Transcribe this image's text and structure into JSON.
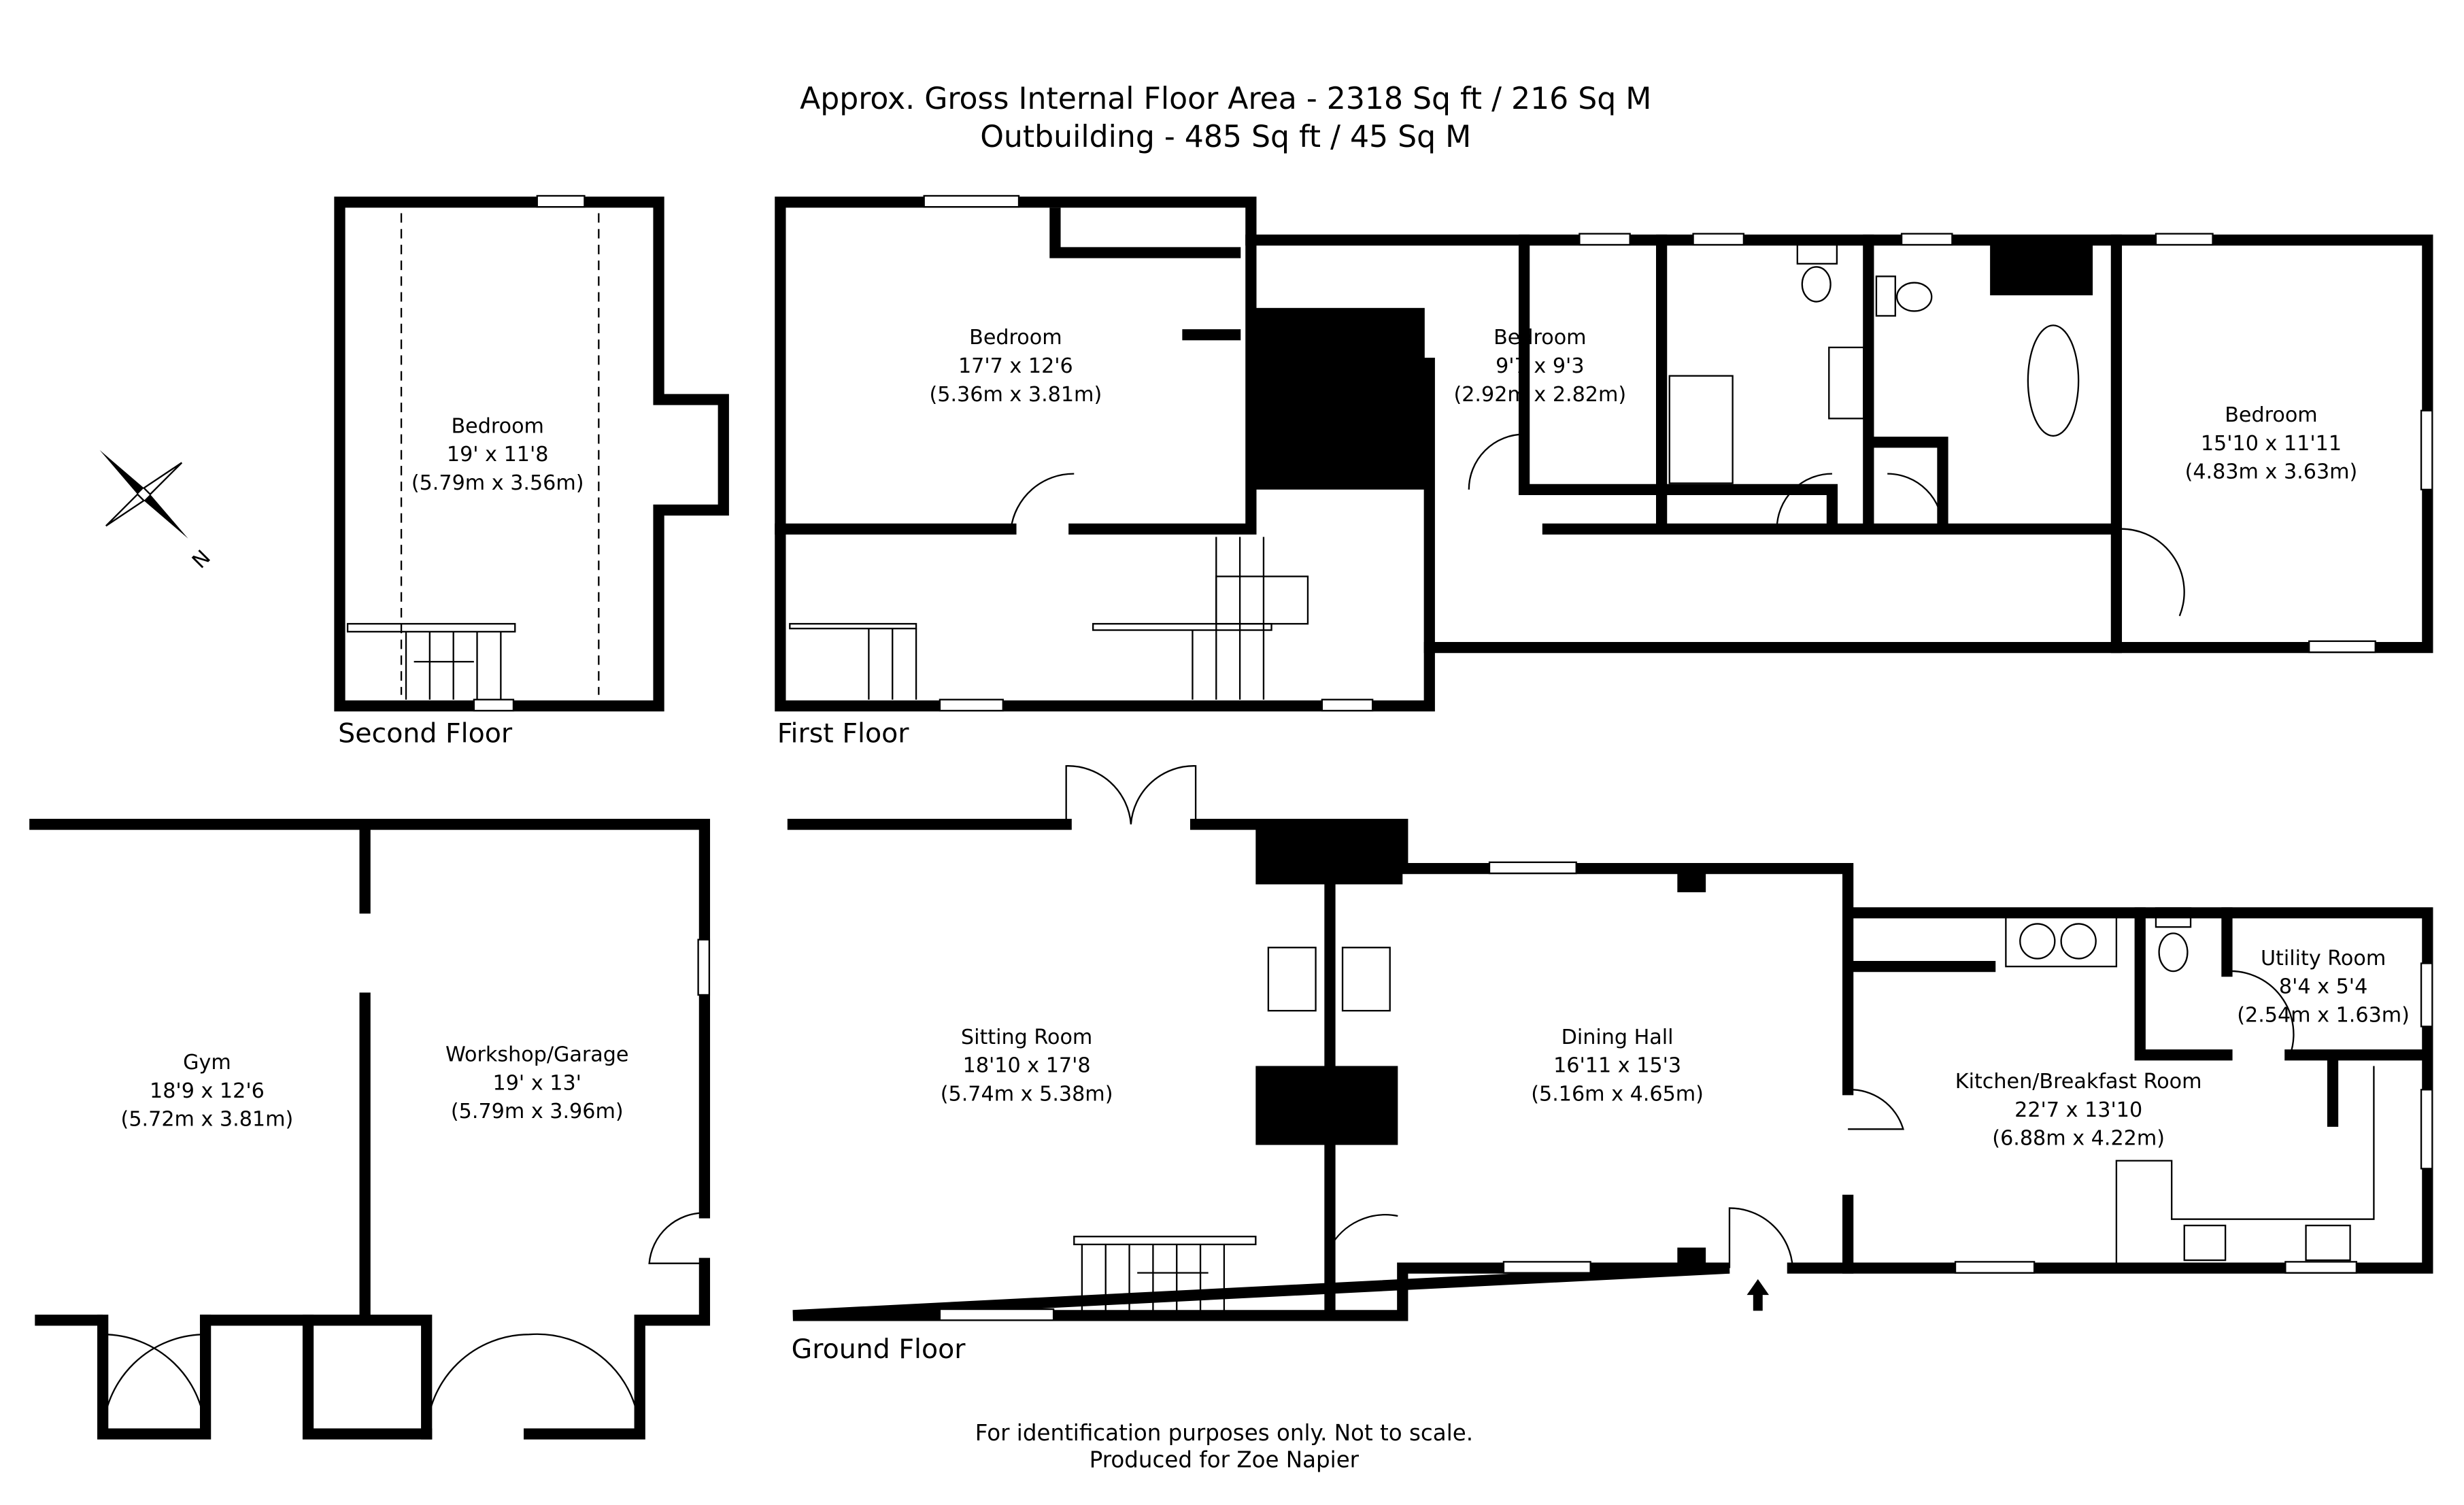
{
  "header": {
    "line1": "Approx. Gross Internal Floor Area - 2318 Sq ft / 216 Sq M",
    "line2": "Outbuilding - 485 Sq ft / 45 Sq M"
  },
  "compass": {
    "label": "N",
    "icon": "compass-rose-icon"
  },
  "floors": {
    "second": "Second Floor",
    "first": "First Floor",
    "ground": "Ground Floor"
  },
  "rooms": {
    "second_bedroom": {
      "name": "Bedroom",
      "imperial": "19' x 11'8",
      "metric": "(5.79m x 3.56m)"
    },
    "first_bedroom1": {
      "name": "Bedroom",
      "imperial": "17'7 x 12'6",
      "metric": "(5.36m x 3.81m)"
    },
    "first_bedroom2": {
      "name": "Bedroom",
      "imperial": "9'7 x 9'3",
      "metric": "(2.92m x 2.82m)"
    },
    "first_bedroom3": {
      "name": "Bedroom",
      "imperial": "15'10 x 11'11",
      "metric": "(4.83m x 3.63m)"
    },
    "gym": {
      "name": "Gym",
      "imperial": "18'9 x 12'6",
      "metric": "(5.72m x 3.81m)"
    },
    "workshop": {
      "name": "Workshop/Garage",
      "imperial": "19' x 13'",
      "metric": "(5.79m x 3.96m)"
    },
    "sitting": {
      "name": "Sitting Room",
      "imperial": "18'10 x 17'8",
      "metric": "(5.74m x 5.38m)"
    },
    "dining": {
      "name": "Dining Hall",
      "imperial": "16'11 x 15'3",
      "metric": "(5.16m x 4.65m)"
    },
    "kitchen": {
      "name": "Kitchen/Breakfast Room",
      "imperial": "22'7 x 13'10",
      "metric": "(6.88m x 4.22m)"
    },
    "utility": {
      "name": "Utility Room",
      "imperial": "8'4 x 5'4",
      "metric": "(2.54m x 1.63m)"
    }
  },
  "footer": {
    "line1": "For identification purposes only. Not to scale.",
    "line2": "Produced for Zoe Napier"
  }
}
